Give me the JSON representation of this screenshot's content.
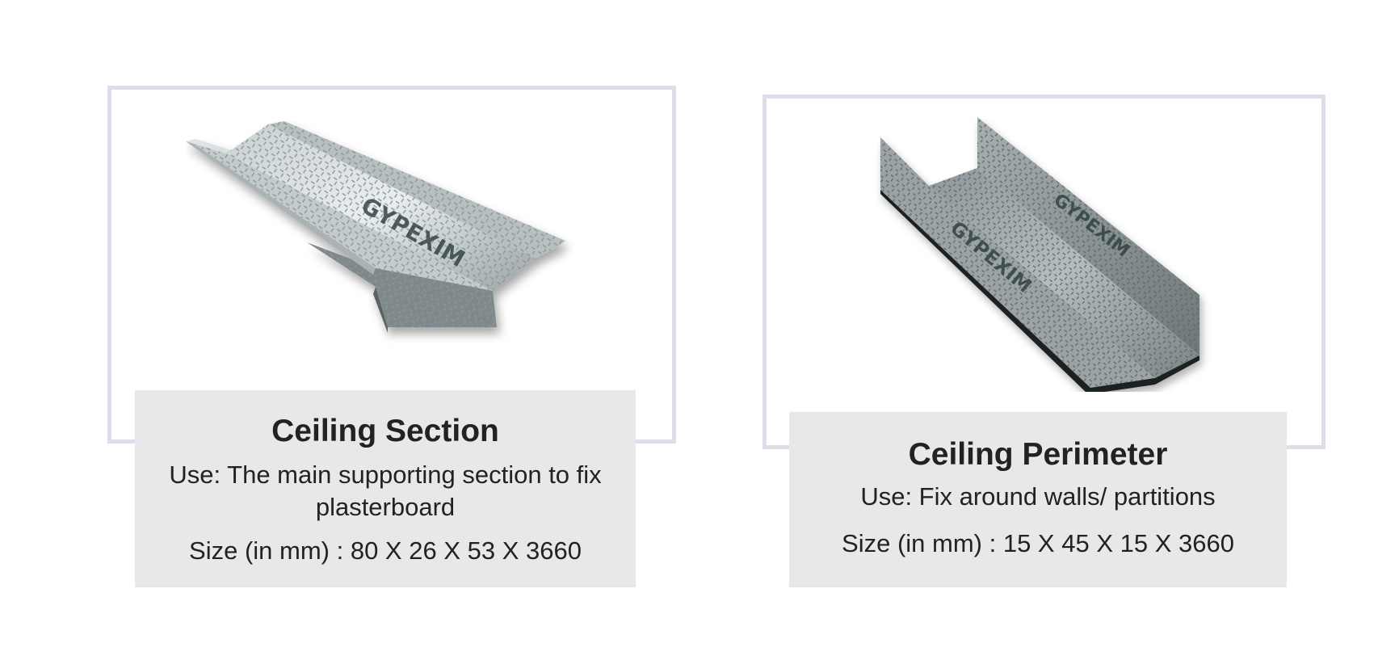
{
  "products": [
    {
      "title": "Ceiling Section",
      "use": "Use: The main supporting section to fix plasterboard",
      "size": "Size (in mm) :  80 X 26 X 53 X 3660",
      "brand_marking": "GYPEXIM",
      "image": "ceiling-section-profile-photo"
    },
    {
      "title": "Ceiling Perimeter",
      "use": "Use: Fix around walls/ partitions",
      "size": "Size (in mm) :  15 X 45 X 15 X 3660",
      "brand_marking": "GYPEXIM",
      "image": "ceiling-perimeter-profile-photo"
    }
  ],
  "colors": {
    "frame_border": "#dcdfe9",
    "caption_background": "#e8e8e8",
    "text": "#222222"
  }
}
